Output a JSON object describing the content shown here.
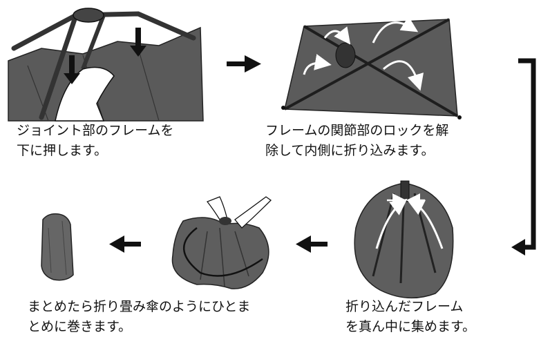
{
  "steps": [
    {
      "lines": [
        "ジョイント部のフレームを",
        "下に押します。"
      ]
    },
    {
      "lines": [
        "フレームの関節部のロックを解",
        "除して内側に折り込みます。"
      ]
    },
    {
      "lines": [
        "折り込んだフレーム",
        "を真ん中に集めます。"
      ]
    },
    {
      "lines": [
        "まとめたら折り畳み傘のようにひとま",
        "とめに巻きます。"
      ]
    }
  ]
}
